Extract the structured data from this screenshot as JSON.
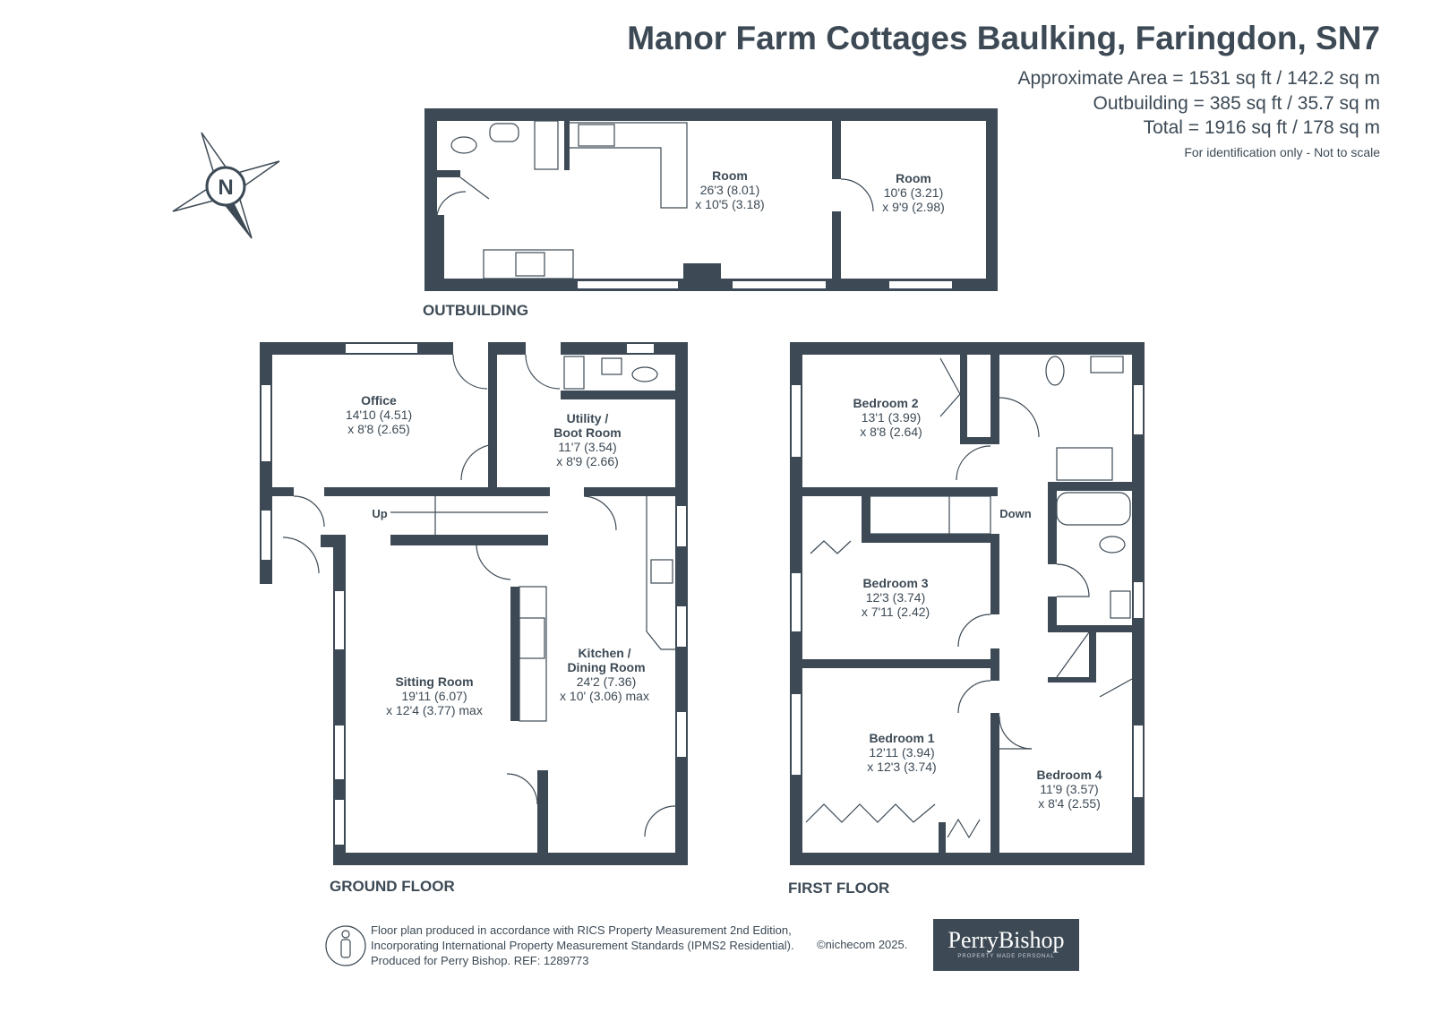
{
  "header": {
    "title": "Manor Farm Cottages Baulking, Faringdon, SN7",
    "approx_area": "Approximate Area = 1531 sq ft / 142.2 sq m",
    "outbuilding_area": "Outbuilding = 385 sq ft / 35.7 sq m",
    "total_area": "Total = 1916 sq ft / 178 sq m",
    "note": "For identification only - Not to scale"
  },
  "compass": {
    "label": "N"
  },
  "outbuilding": {
    "label": "OUTBUILDING",
    "rooms": [
      {
        "name": "Room",
        "dim1": "26'3 (8.01)",
        "dim2": "x 10'5 (3.18)"
      },
      {
        "name": "Room",
        "dim1": "10'6 (3.21)",
        "dim2": "x 9'9 (2.98)"
      }
    ]
  },
  "ground_floor": {
    "label": "GROUND FLOOR",
    "stairs": "Up",
    "rooms": [
      {
        "name": "Office",
        "dim1": "14'10 (4.51)",
        "dim2": "x 8'8 (2.65)"
      },
      {
        "name": "Utility /",
        "name2": "Boot Room",
        "dim1": "11'7 (3.54)",
        "dim2": "x 8'9 (2.66)"
      },
      {
        "name": "Sitting Room",
        "dim1": "19'11 (6.07)",
        "dim2": "x 12'4 (3.77) max"
      },
      {
        "name": "Kitchen /",
        "name2": "Dining Room",
        "dim1": "24'2 (7.36)",
        "dim2": "x 10' (3.06) max"
      }
    ]
  },
  "first_floor": {
    "label": "FIRST FLOOR",
    "stairs": "Down",
    "rooms": [
      {
        "name": "Bedroom 2",
        "dim1": "13'1 (3.99)",
        "dim2": "x 8'8 (2.64)"
      },
      {
        "name": "Bedroom 3",
        "dim1": "12'3 (3.74)",
        "dim2": "x 7'11 (2.42)"
      },
      {
        "name": "Bedroom 1",
        "dim1": "12'11 (3.94)",
        "dim2": "x 12'3 (3.74)"
      },
      {
        "name": "Bedroom 4",
        "dim1": "11'9 (3.57)",
        "dim2": "x 8'4 (2.55)"
      }
    ]
  },
  "footer": {
    "line1": "Floor plan produced in accordance with RICS Property Measurement 2nd Edition,",
    "line2": "Incorporating International Property Measurement Standards (IPMS2 Residential).",
    "line3": "Produced for Perry Bishop.   REF: 1289773",
    "copyright": "©nichecom 2025.",
    "logo": "PerryBishop",
    "logo_tagline": "PROPERTY MADE PERSONAL"
  },
  "colors": {
    "wall": "#3d4a55",
    "window": "#ffffff"
  }
}
